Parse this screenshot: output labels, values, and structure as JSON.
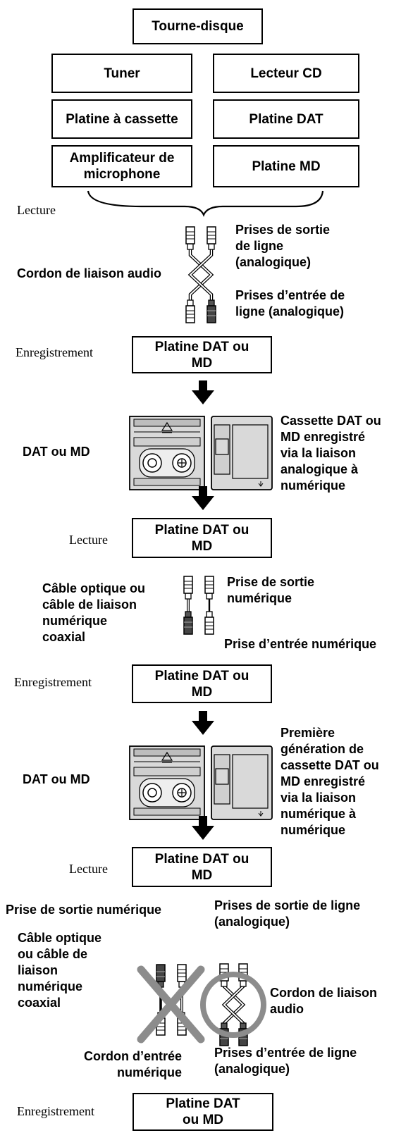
{
  "sources": {
    "turntable": "Tourne-disque",
    "tuner": "Tuner",
    "cd_player": "Lecteur CD",
    "cassette_deck": "Platine à cassette",
    "dat_deck": "Platine DAT",
    "mic_amplifier": "Amplificateur de\nmicrophone",
    "md_deck": "Platine MD"
  },
  "stage1": {
    "mode": "Lecture",
    "line_out_label": "Prises de sortie\nde ligne\n(analogique)",
    "cord_label": "Cordon de liaison audio",
    "line_in_label": "Prises d’entrée de\nligne (analogique)"
  },
  "stage2": {
    "mode": "Enregistrement",
    "deck": "Platine DAT ou\nMD"
  },
  "media1": {
    "label": "DAT ou MD",
    "caption": "Cassette DAT ou\nMD enregistré\nvia la liaison\nanalogique à\nnumérique"
  },
  "stage3": {
    "mode": "Lecture",
    "deck": "Platine DAT ou\nMD",
    "cable_label": "Câble optique ou\ncâble de liaison\nnumérique\ncoaxial",
    "out_label": "Prise de sortie\nnumérique",
    "in_label": "Prise d’entrée numérique"
  },
  "stage4": {
    "mode": "Enregistrement",
    "deck": "Platine DAT ou\nMD"
  },
  "media2": {
    "label": "DAT ou MD",
    "caption": "Première\ngénération de\ncassette DAT ou\nMD enregistré\nvia la liaison\nnumérique à\nnumérique"
  },
  "stage5": {
    "mode": "Lecture",
    "deck": "Platine DAT ou\nMD",
    "digital_out_label": "Prise de sortie numérique",
    "line_out_label": "Prises de sortie de ligne\n(analogique)",
    "cable_label": "Câble optique\nou câble de\nliaison\nnumérique\ncoaxial",
    "audio_cord_label": "Cordon de liaison\naudio",
    "digital_in_label": "Cordon d’entrée\nnumérique",
    "line_in_label": "Prises d’entrée de ligne\n(analogique)"
  },
  "stage6": {
    "mode": "Enregistrement",
    "deck": "Platine DAT\nou MD"
  },
  "colors": {
    "ink": "#000000",
    "device_gray": "#d9d9d9",
    "mark_gray": "#8c8c8c"
  }
}
